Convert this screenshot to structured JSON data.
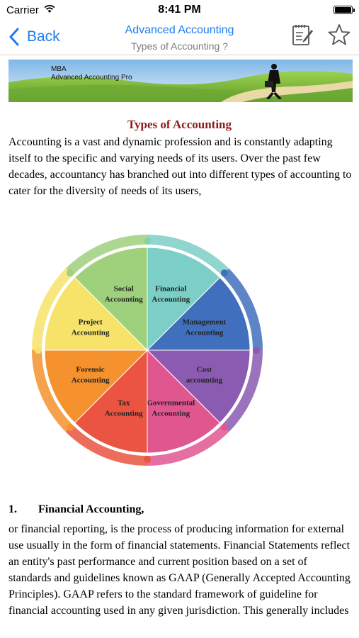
{
  "status": {
    "carrier": "Carrier",
    "time": "8:41 PM"
  },
  "nav": {
    "back_label": "Back",
    "title": "Advanced Accounting",
    "subtitle": "Types of Accounting ?",
    "accent": "#1b7cf2"
  },
  "banner": {
    "line1": "MBA",
    "line2": "Advanced Accounting Pro"
  },
  "article": {
    "title": "Types of Accounting",
    "title_color": "#8b1a1a",
    "intro": "Accounting is a vast and dynamic profession and is constantly adapting itself to the specific and varying needs of its users. Over the past few decades, accountancy has branched out into different types of accounting to cater for the diversity of needs of its users,",
    "wheel": {
      "segments": [
        {
          "line1": "Financial",
          "line2": "Accounting",
          "color": "#7ccfc6"
        },
        {
          "line1": "Management",
          "line2": "Accounting",
          "color": "#3f6fbd"
        },
        {
          "line1": "Cost",
          "line2": "accounting",
          "color": "#8a5bb0"
        },
        {
          "line1": "Governmental",
          "line2": "Accounting",
          "color": "#e0568f"
        },
        {
          "line1": "Tax",
          "line2": "Accounting",
          "color": "#ea5440"
        },
        {
          "line1": "Forensic",
          "line2": "Accounting",
          "color": "#f5922e"
        },
        {
          "line1": "Project",
          "line2": "Accounting",
          "color": "#f7e36a"
        },
        {
          "line1": "Social",
          "line2": "Accounting",
          "color": "#9fd07c"
        }
      ]
    },
    "section1": {
      "number": "1.",
      "heading": "Financial Accounting,",
      "body": "or financial reporting, is the process of producing information for external use usually in the form of financial statements. Financial Statements reflect an entity's past performance and current position based on a set of standards and guidelines known as GAAP (Generally Accepted Accounting Principles). GAAP refers to the standard framework of guideline for financial accounting used in any given jurisdiction. This generally includes"
    }
  }
}
